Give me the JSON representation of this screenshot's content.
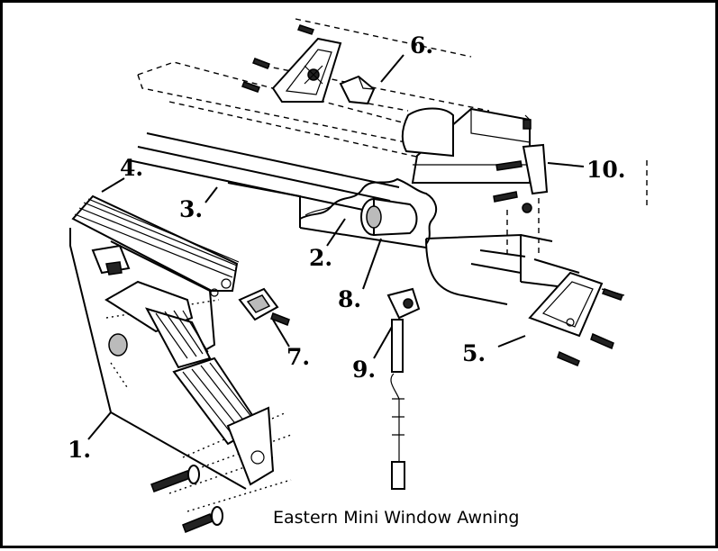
{
  "diagram": {
    "caption": "Eastern Mini Window Awning",
    "callouts": [
      {
        "id": "1",
        "label": "1."
      },
      {
        "id": "2",
        "label": "2."
      },
      {
        "id": "3",
        "label": "3."
      },
      {
        "id": "4",
        "label": "4."
      },
      {
        "id": "5",
        "label": "5."
      },
      {
        "id": "6",
        "label": "6."
      },
      {
        "id": "7",
        "label": "7."
      },
      {
        "id": "8",
        "label": "8."
      },
      {
        "id": "9",
        "label": "9."
      },
      {
        "id": "10",
        "label": "10."
      }
    ]
  }
}
